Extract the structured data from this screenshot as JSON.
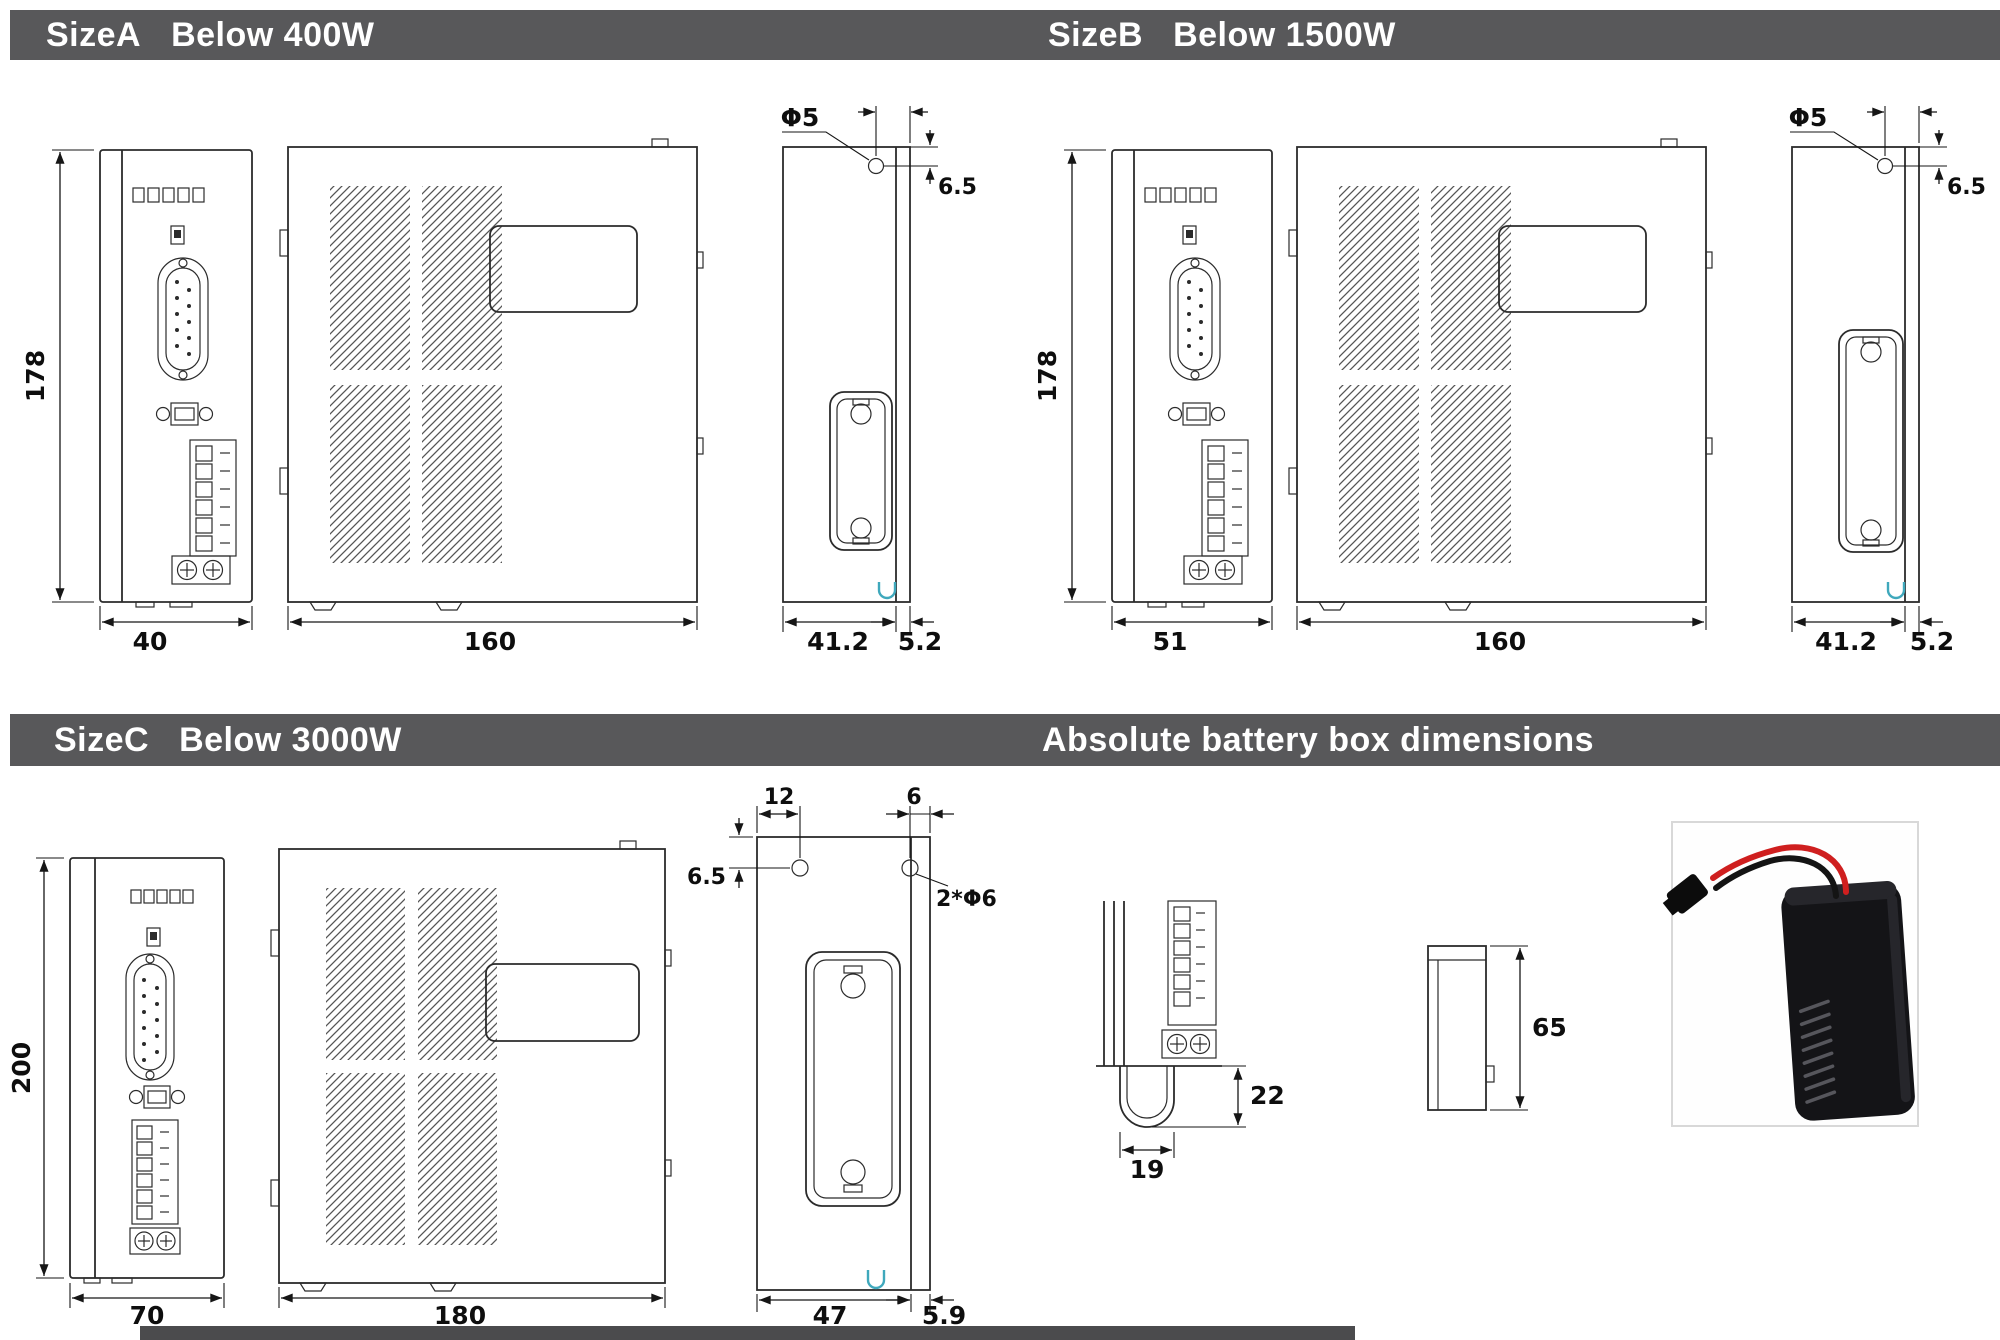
{
  "page": {
    "header_bg": "#58585a",
    "header_text_color": "#ffffff",
    "line_color": "#2b2b2b",
    "notch_accent_color": "#3fa8bc"
  },
  "sections": {
    "sizeA": {
      "name": "SizeA",
      "subtitle": "Below 400W",
      "dims": {
        "height": "178",
        "front_width": "40",
        "side_width": "160",
        "back_width": "41.2",
        "back_lip": "5.2",
        "hole": "Φ5",
        "hole_offset": "6.5"
      }
    },
    "sizeB": {
      "name": "SizeB",
      "subtitle": "Below 1500W",
      "dims": {
        "height": "178",
        "front_width": "51",
        "side_width": "160",
        "back_width": "41.2",
        "back_lip": "5.2",
        "hole": "Φ5",
        "hole_offset": "6.5"
      }
    },
    "sizeC": {
      "name": "SizeC",
      "subtitle": "Below 3000W",
      "dims": {
        "height": "200",
        "front_width": "70",
        "side_width": "180",
        "back_width": "47",
        "back_lip": "5.9",
        "hole_left_offset": "12",
        "hole_right_offset": "6",
        "hole_top_offset": "6.5",
        "holes_spec": "2*Φ6"
      }
    },
    "battery": {
      "title": "Absolute battery box dimensions",
      "dims": {
        "width": "19",
        "depth": "22",
        "height": "65"
      }
    }
  }
}
